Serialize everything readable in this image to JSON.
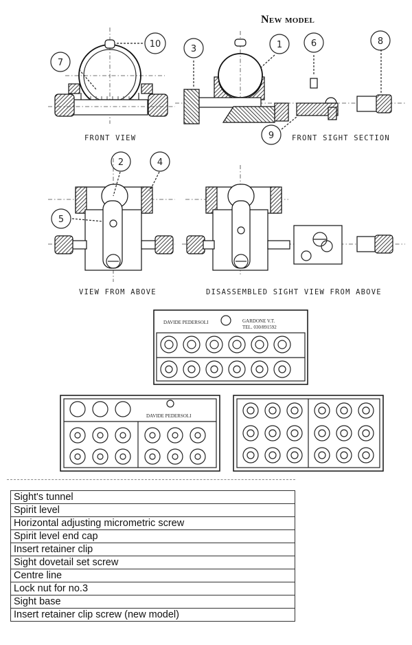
{
  "header": {
    "title": "New model"
  },
  "views": {
    "front_view": "FRONT VIEW",
    "front_sight_section": "FRONT SIGHT SECTION",
    "view_from_above": "VIEW FROM ABOVE",
    "disassembled_view": "DISASSEMBLED SIGHT VIEW FROM ABOVE"
  },
  "callouts": [
    "10",
    "7",
    "3",
    "1",
    "6",
    "8",
    "9",
    "2",
    "4",
    "5"
  ],
  "insert_cards": {
    "brand_left": "DAVIDE PEDERSOLI",
    "brand_right_line1": "GARDONE V.T.",
    "brand_right_line2": "TEL. 030/891592",
    "brand_second": "DAVIDE PEDERSOLI"
  },
  "legend": {
    "items": [
      "Sight's tunnel",
      "Spirit level",
      "Horizontal adjusting micrometric screw",
      "Spirit level end cap",
      "Insert retainer clip",
      "Sight dovetail set screw",
      "Centre line",
      "Lock nut for no.3",
      "Sight base",
      "Insert retainer clip screw (new model)"
    ]
  }
}
